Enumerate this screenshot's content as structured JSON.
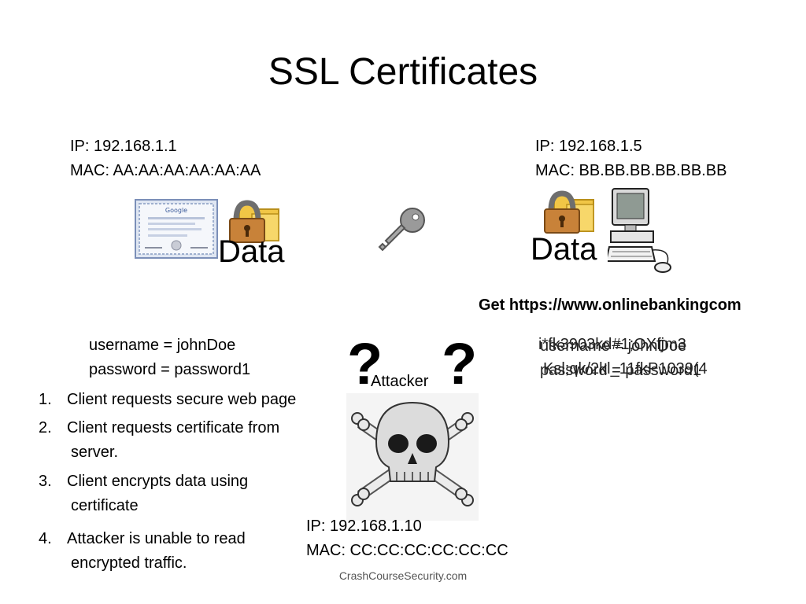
{
  "title": "SSL Certificates",
  "client": {
    "ip": "IP: 192.168.1.1",
    "mac": "MAC: AA:AA:AA:AA:AA:AA",
    "data_label": "Data",
    "username": "username = johnDoe",
    "password": "password = password1"
  },
  "server": {
    "ip": "IP: 192.168.1.5",
    "mac": "MAC: BB.BB.BB.BB.BB.BB",
    "data_label": "Data",
    "request": "Get https://www.onlinebankingcom",
    "encrypted_line1": "i*fk3903kd#1;OXfjm3",
    "encrypted_line2": "Ksl;qk/2kl_11fkP1039(4",
    "plain_line1": "username = johnDoe",
    "plain_line2": "password = password1"
  },
  "attacker": {
    "label": "Attacker",
    "question_left": "?",
    "question_right": "?",
    "ip": "IP: 192.168.1.10",
    "mac": "MAC: CC:CC:CC:CC:CC:CC"
  },
  "steps": [
    {
      "num": "1.",
      "line1": "Client requests secure web page",
      "line2": ""
    },
    {
      "num": "2.",
      "line1": "Client requests certificate from",
      "line2": "server."
    },
    {
      "num": "3.",
      "line1": "Client encrypts data using",
      "line2": "certificate"
    },
    {
      "num": "4.",
      "line1": "Attacker is unable to read",
      "line2": "encrypted traffic."
    }
  ],
  "footer": "CrashCourseSecurity.com",
  "icons": [
    "certificate-icon",
    "padlock-folder-icon",
    "key-icon",
    "computer-icon",
    "skull-crossbones-icon"
  ]
}
